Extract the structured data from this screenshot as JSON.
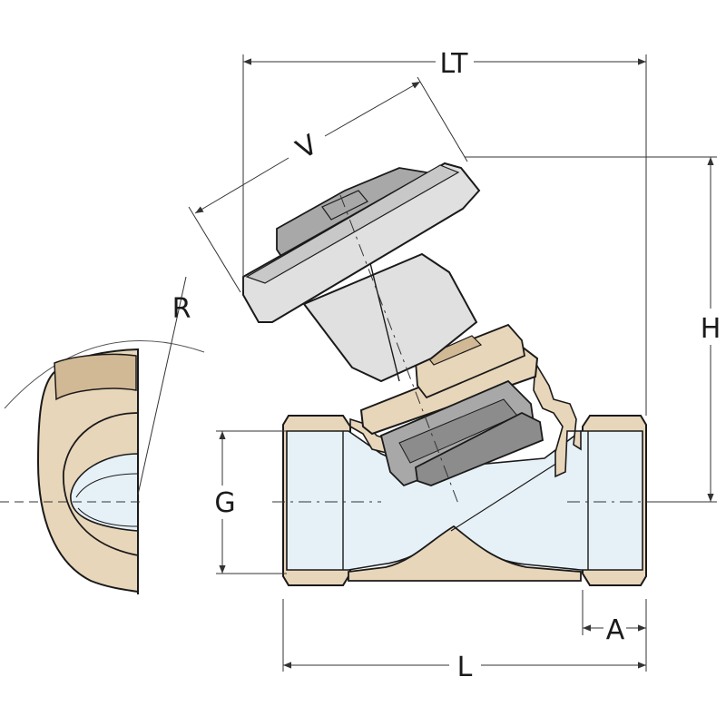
{
  "labels": {
    "LT": "LT",
    "V": "V",
    "R": "R",
    "H": "H",
    "G": "G",
    "A": "A",
    "L": "L"
  },
  "colors": {
    "body": "#e8d6ba",
    "body_shadow": "#d2b995",
    "glass": "#e6f1f7",
    "handle": "#e0e0e0",
    "handle_dark": "#c8c8c8",
    "stem_dark": "#8c8c8c",
    "stem_mid": "#a8a8a8",
    "outline": "#1a1a1a",
    "dim_line": "#333333"
  }
}
